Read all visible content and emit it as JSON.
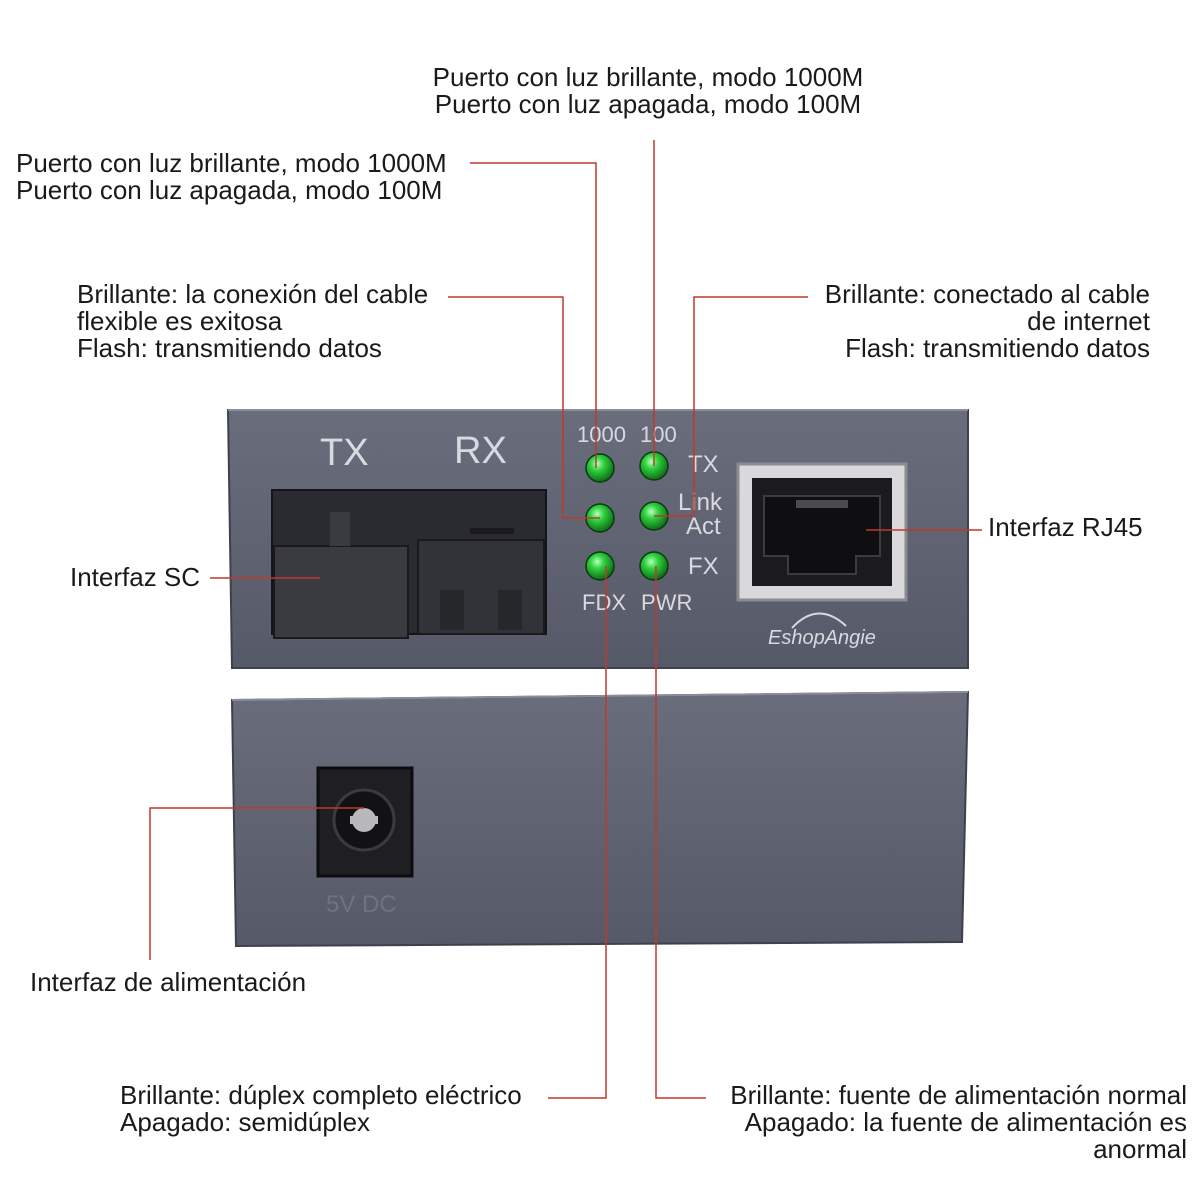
{
  "callouts": {
    "top_center": [
      "Puerto con luz brillante, modo 1000M",
      "Puerto con luz apagada, modo 100M"
    ],
    "top_left": [
      "Puerto con luz brillante, modo 1000M",
      "Puerto con luz apagada, modo 100M"
    ],
    "link_fiber": [
      "Brillante: la conexión del cable",
      "flexible es exitosa",
      "Flash: transmitiendo datos"
    ],
    "link_internet": [
      "Brillante: conectado al cable",
      "de internet",
      "Flash: transmitiendo datos"
    ],
    "sc_interface": "Interfaz SC",
    "rj45_interface": "Interfaz RJ45",
    "power_interface": "Interfaz de alimentación",
    "fdx": [
      "Brillante: dúplex completo eléctrico",
      "Apagado: semidúplex"
    ],
    "pwr": [
      "Brillante: fuente de alimentación normal",
      "Apagado: la fuente de alimentación es",
      "anormal"
    ]
  },
  "device": {
    "port_labels": [
      "TX",
      "RX"
    ],
    "led_top_labels": [
      "1000",
      "100"
    ],
    "led_side_labels": [
      "TX",
      "Link",
      "Act",
      "FX"
    ],
    "led_bottom_labels": [
      "FDX",
      "PWR"
    ],
    "brand": "EshopAngie",
    "power_jack_label": "5V DC"
  },
  "colors": {
    "panel": "#5e6170",
    "leader_line": "#c0392b",
    "led_green": "#1db82e"
  }
}
